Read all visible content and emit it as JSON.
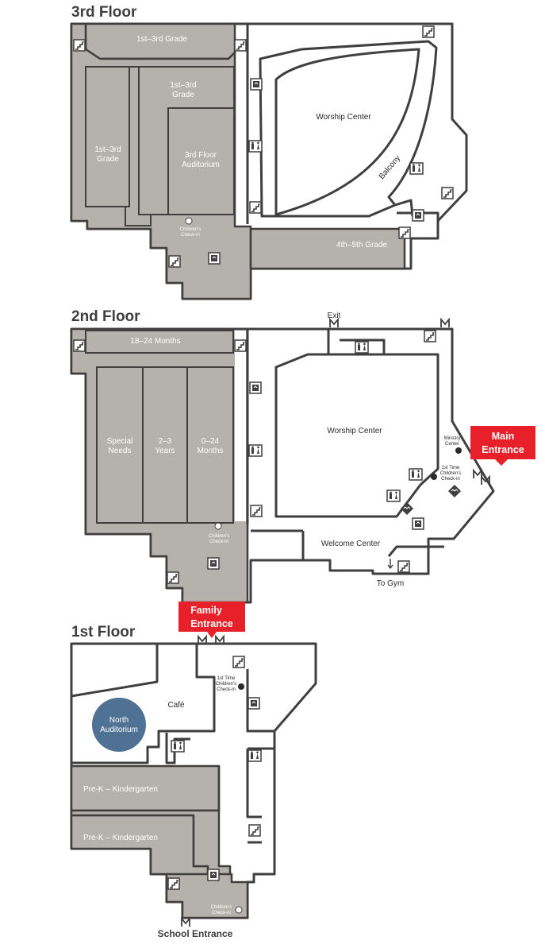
{
  "floors": [
    {
      "id": "third",
      "title": "3rd Floor",
      "rooms": {
        "grade_top": "1st–3rd Grade",
        "grade_left": [
          "1st–3rd",
          "Grade"
        ],
        "grade_mid": [
          "1st–3rd",
          "Grade"
        ],
        "auditorium": [
          "3rd Floor",
          "Auditorium"
        ],
        "worship": "Worship Center",
        "balcony": "Balcony",
        "grade45": "4th–5th Grade",
        "checkin": [
          "Children's",
          "Check-in"
        ]
      }
    },
    {
      "id": "second",
      "title": "2nd Floor",
      "rooms": {
        "months_top": "18–24 Months",
        "special": [
          "Special",
          "Needs"
        ],
        "years": [
          "2–3",
          "Years"
        ],
        "months_0_24": [
          "0–24",
          "Months"
        ],
        "worship": "Worship Center",
        "welcome": "Welcome Center",
        "ministry": [
          "Ministry",
          "Center"
        ],
        "first_time": [
          "1st Time",
          "Children's",
          "Check-in"
        ],
        "checkin": [
          "Children's",
          "Check-in"
        ],
        "exit": "Exit",
        "to_gym": "To Gym"
      }
    },
    {
      "id": "first",
      "title": "1st Floor",
      "rooms": {
        "cafe": "Café",
        "north_auditorium": [
          "North",
          "Auditorium"
        ],
        "prek_1": "Pre-K – Kindergarten",
        "prek_2": "Pre-K – Kindergarten",
        "first_time": [
          "1st Time",
          "Children's",
          "Check-in"
        ],
        "checkin": [
          "Children's",
          "Check-in"
        ]
      }
    }
  ],
  "entrances": {
    "main": [
      "Main",
      "Entrance"
    ],
    "family": [
      "Family",
      "Entrance"
    ],
    "school": "School Entrance"
  },
  "colors": {
    "wall": "#3f3f3f",
    "room": "#b5b1ac",
    "entrance": "#e8202a",
    "auditorium": "#4f7193",
    "heading": "#3e3e3e"
  },
  "icons": [
    "stairs-icon",
    "elevator-icon",
    "restroom-icon",
    "door-icon",
    "check-in-dot-icon",
    "arrow-down-icon",
    "diamond-icon"
  ]
}
